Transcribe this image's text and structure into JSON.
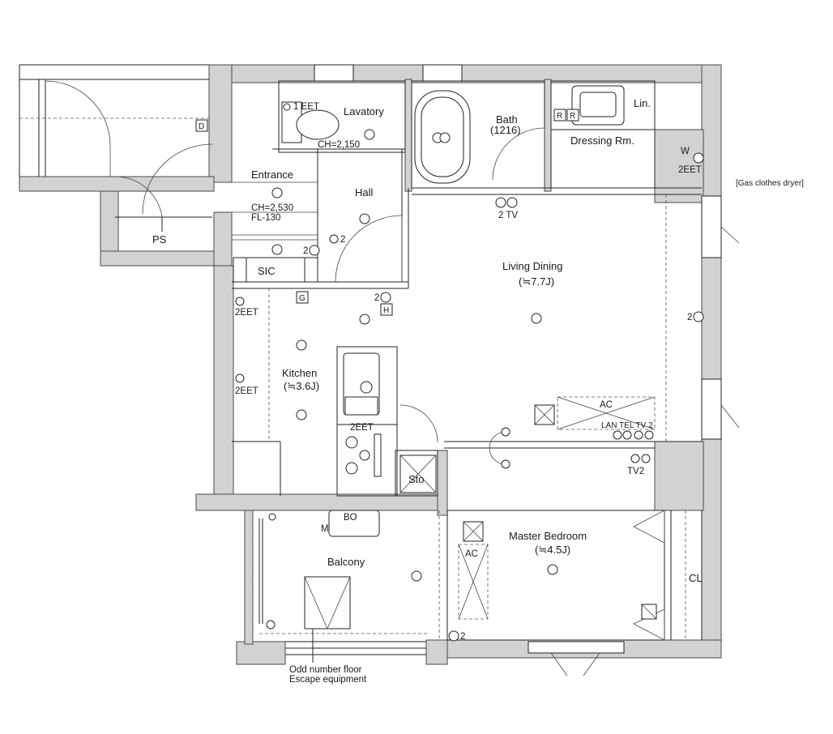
{
  "rooms": {
    "lavatory": "Lavatory",
    "bath": "Bath",
    "bath_size": "(1216)",
    "linen": "Lin.",
    "dressing": "Dressing Rm.",
    "entrance": "Entrance",
    "hall": "Hall",
    "ps": "PS",
    "sic": "SIC",
    "living": "Living Dining",
    "living_size": "(≒7.7J)",
    "kitchen": "Kitchen",
    "kitchen_size": "(≒3.6J)",
    "storage": "Sto",
    "bedroom": "Master Bedroom",
    "bedroom_size": "(≒4.5J)",
    "closet": "CL",
    "balcony": "Balcony"
  },
  "notes": {
    "ceiling_lavatory": "CH=2,150",
    "ceiling_entrance": "CH=2,530",
    "floor_entrance": "FL-130",
    "gas_dryer": "[Gas clothes dryer]",
    "escape_line1": "Odd number floor",
    "escape_line2": "Escape equipment"
  },
  "fixtures": {
    "lav_outlet": "1 EET",
    "dressing_w": "W",
    "dressing_outlet": "2EET",
    "living_tv": "2 TV",
    "hall_outlet_a": "2",
    "hall_outlet_b": "2",
    "tag_d": "D",
    "tag_r1": "R",
    "tag_r2": "R",
    "tag_g": "G",
    "tag_h": "H",
    "hall_outlet_c": "2",
    "kitchen_eet_1": "2EET",
    "kitchen_eet_2": "2EET",
    "counter_eet": "2EET",
    "living_outlet": "2",
    "ac_living": "AC",
    "lan_tel_tv": "LAN TEL TV 2",
    "tv2": "TV2",
    "ac_bedroom": "AC",
    "bedroom_outlet": "2",
    "bo": "BO",
    "m": "M"
  }
}
